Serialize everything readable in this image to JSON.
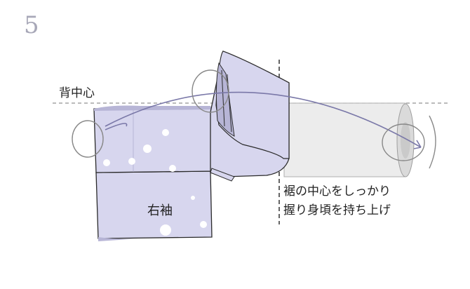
{
  "step_number": "5",
  "labels": {
    "center_back": "背中心",
    "right_sleeve": "右袖",
    "hem_instruction_line1": "裾の中心をしっかり",
    "hem_instruction_line2": "握り身頃を持ち上げ"
  },
  "colors": {
    "kimono_fill": "#d7d6ee",
    "kimono_shadow": "#b7b5d6",
    "outline": "#2a2a2a",
    "arrow": "#7a78a8",
    "ghost_fill": "#ececec",
    "ghost_outline": "#aaaaaa",
    "flower": "#ffffff",
    "dashed_line": "#777777"
  }
}
